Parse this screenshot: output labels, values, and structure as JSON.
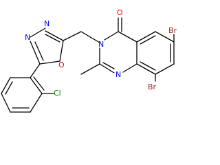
{
  "molecule": {
    "colors": {
      "bond": "#000000",
      "nitrogen": "#0000ff",
      "oxygen": "#ff0000",
      "bromine": "#a52a2a",
      "chlorine": "#008000",
      "carbon_label": "#000000"
    },
    "atom_labels": {
      "n_oxadiazole_top_left": "N",
      "n_oxadiazole_top_right": "N",
      "o_oxadiazole": "O",
      "n3_quinazolinone": "N",
      "n1_quinazolinone": "N",
      "o_carbonyl": "O",
      "br_upper": "Br",
      "br_lower": "Br",
      "cl": "Cl"
    }
  }
}
